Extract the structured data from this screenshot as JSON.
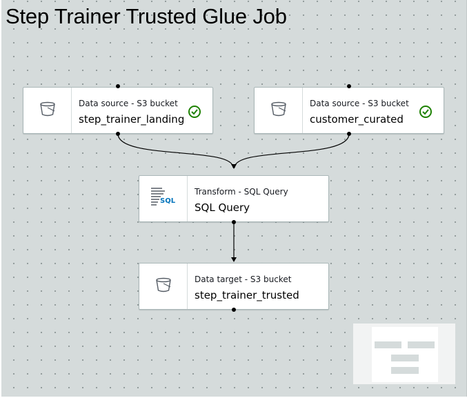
{
  "page": {
    "title": "Step Trainer Trusted Glue Job"
  },
  "colors": {
    "canvas": "#d5dbdb",
    "success": "#1d8102",
    "sql_accent": "#0073bb",
    "edge": "#000000"
  },
  "nodes": {
    "source_landing": {
      "type_label": "Data source - S3 bucket",
      "name": "step_trainer_landing",
      "icon": "bucket-icon",
      "status": "check-circle-icon"
    },
    "source_customer": {
      "type_label": "Data source - S3 bucket",
      "name": "customer_curated",
      "icon": "bucket-icon",
      "status": "check-circle-icon"
    },
    "transform": {
      "type_label": "Transform - SQL Query",
      "name": "SQL Query",
      "icon": "sql-query-icon",
      "icon_text": "SQL"
    },
    "target": {
      "type_label": "Data target - S3 bucket",
      "name": "step_trainer_trusted",
      "icon": "bucket-icon"
    }
  },
  "minimap": {
    "label": "minimap"
  }
}
